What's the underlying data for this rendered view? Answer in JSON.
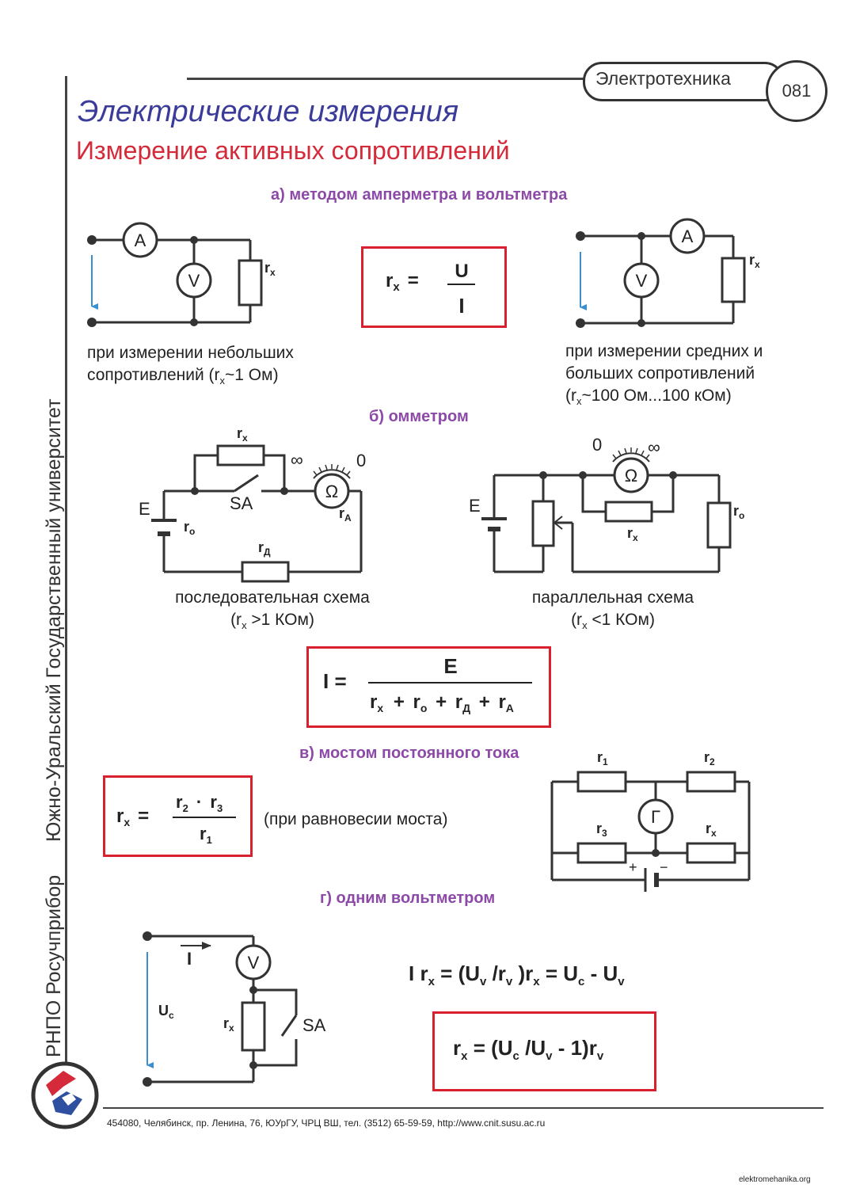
{
  "header": {
    "subject": "Электротехника",
    "page_number": "081"
  },
  "title": "Электрические измерения",
  "subtitle": "Измерение активных сопротивлений",
  "sections": {
    "a": "а) методом амперметра и вольтметра",
    "b": "б) омметром",
    "v": "в) мостом постоянного тока",
    "g": "г) одним вольтметром"
  },
  "captions": {
    "a_left_1": "при измерении небольших",
    "a_left_2": "сопротивлений (r",
    "a_left_2b": "~1 Ом)",
    "a_right_1": "при измерении средних и",
    "a_right_2": "больших сопротивлений",
    "a_right_3": "(r",
    "a_right_3b": "~100 Ом...100 кОм)",
    "b_left_1": "последовательная схема",
    "b_left_2": "(r",
    "b_left_2b": " >1 КОм)",
    "b_right_1": "параллельная схема",
    "b_right_2": "(r",
    "b_right_2b": " <1 КОм)",
    "bridge_note": "(при равновесии моста)"
  },
  "sidebar": {
    "university": "Южно-Уральский Государственный университет",
    "org": "РНПО Росучприбор"
  },
  "footer": {
    "address": "454080, Челябинск, пр. Ленина, 76, ЮУрГУ, ЧРЦ ВШ, тел. (3512) 65-59-59, http://www.cnit.susu.ac.ru",
    "site": "elektromehanika.org"
  },
  "symbols": {
    "A": "A",
    "V": "V",
    "Omega": "Ω",
    "G": "Г",
    "E": "E",
    "SA": "SA",
    "inf": "∞",
    "zero": "0",
    "I": "I",
    "U": "U",
    "Uc": "U",
    "r": "r",
    "x": "x",
    "o": "о",
    "a": "А",
    "d": "Д",
    "one": "1",
    "two": "2",
    "three": "3",
    "c": "c",
    "v": "v",
    "plus": "+",
    "minus": "−"
  },
  "formulas": {
    "eq": "=",
    "plus_op": "+",
    "dot": "·",
    "ohm_series": "I =",
    "voltmeter_1_lhs": "I r",
    "voltmeter_1_a": " = (U",
    "voltmeter_1_b": "/r",
    "voltmeter_1_c": ")r",
    "voltmeter_1_d": " = U",
    "voltmeter_1_e": " - U",
    "voltmeter_2_a": " = (U",
    "voltmeter_2_b": "/U",
    "voltmeter_2_c": " - 1)r"
  },
  "colors": {
    "title": "#3b3b9a",
    "subtitle": "#d42a3a",
    "section": "#8d49a8",
    "formula_border": "#d9202e",
    "arrow": "#3a8fd0"
  }
}
